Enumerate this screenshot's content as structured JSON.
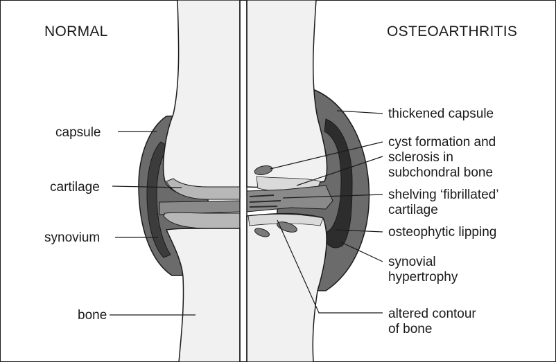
{
  "titles": {
    "normal": "NORMAL",
    "osteoarthritis": "OSTEOARTHRITIS"
  },
  "labels_left": {
    "capsule": "capsule",
    "cartilage": "cartilage",
    "synovium": "synovium",
    "bone": "bone"
  },
  "labels_right": {
    "thickened_capsule": "thickened capsule",
    "cyst_line1": "cyst formation and",
    "cyst_line2": "sclerosis in",
    "cyst_line3": "subchondral bone",
    "shelving_line1": "shelving ‘fibrillated’",
    "shelving_line2": "cartilage",
    "osteophytic": "osteophytic lipping",
    "synovial_line1": "synovial",
    "synovial_line2": "hypertrophy",
    "altered_line1": "altered contour",
    "altered_line2": "of bone"
  },
  "colors": {
    "bone": "#f1f1f1",
    "capsule": "#6b6b6b",
    "cartilage": "#b7b7b7",
    "synovium": "#3c3c3c",
    "outline": "#1a1a1a"
  }
}
